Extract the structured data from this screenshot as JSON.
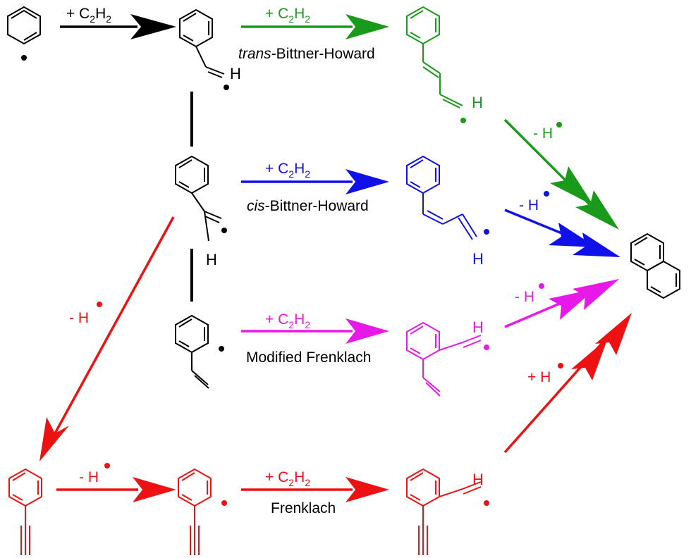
{
  "colors": {
    "black": "#000000",
    "green": "#1a9a1a",
    "blue": "#1010e8",
    "magenta": "#e818e8",
    "red": "#ee1111"
  },
  "reagents": {
    "plus": "+ ",
    "c": "C",
    "two": "2",
    "h": "H",
    "minus_h": "- H",
    "plus_h": "+ H"
  },
  "atoms": {
    "h": "H"
  },
  "route_labels": {
    "trans_italic": "trans",
    "trans_rest": "-Bittner-Howard",
    "cis_italic": "cis",
    "cis_rest": "-Bittner-Howard",
    "modified_frenklach": "Modified Frenklach",
    "frenklach": "Frenklach"
  }
}
